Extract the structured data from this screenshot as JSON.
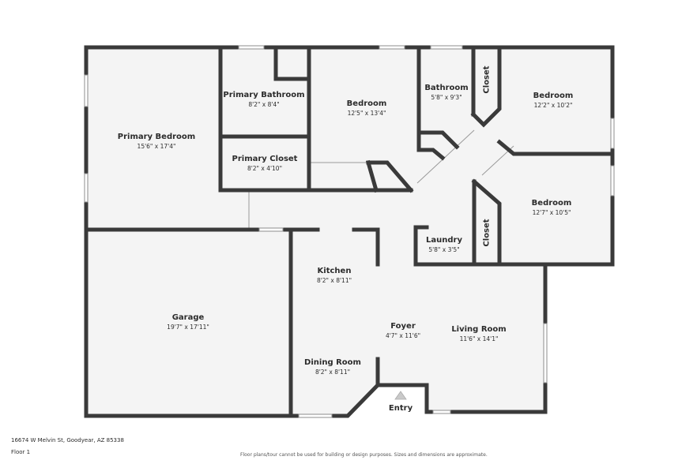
{
  "rooms": {
    "primary_bedroom": {
      "name": "Primary Bedroom",
      "dim": "15'6\" x 17'4\""
    },
    "primary_bathroom": {
      "name": "Primary Bathroom",
      "dim": "8'2\" x 8'4\""
    },
    "primary_closet": {
      "name": "Primary Closet",
      "dim": "8'2\" x 4'10\""
    },
    "bedroom_center": {
      "name": "Bedroom",
      "dim": "12'5\" x 13'4\""
    },
    "bathroom": {
      "name": "Bathroom",
      "dim": "5'8\" x 9'3\""
    },
    "bedroom_ne": {
      "name": "Bedroom",
      "dim": "12'2\" x 10'2\""
    },
    "bedroom_e": {
      "name": "Bedroom",
      "dim": "12'7\" x 10'5\""
    },
    "laundry": {
      "name": "Laundry",
      "dim": "5'8\" x 3'5\""
    },
    "kitchen": {
      "name": "Kitchen",
      "dim": "8'2\" x 8'11\""
    },
    "garage": {
      "name": "Garage",
      "dim": "19'7\" x 17'11\""
    },
    "foyer": {
      "name": "Foyer",
      "dim": "4'7\" x 11'6\""
    },
    "living_room": {
      "name": "Living Room",
      "dim": "11'6\" x 14'1\""
    },
    "dining_room": {
      "name": "Dining Room",
      "dim": "8'2\" x 8'11\""
    }
  },
  "closets": {
    "top": "Closet",
    "bottom": "Closet"
  },
  "entry": "Entry",
  "address": "16674 W Melvin St, Goodyear, AZ 85338",
  "floor": "Floor 1",
  "disclaimer": "Floor plans/tour cannot be used for building or design purposes. Sizes and dimensions are approximate."
}
